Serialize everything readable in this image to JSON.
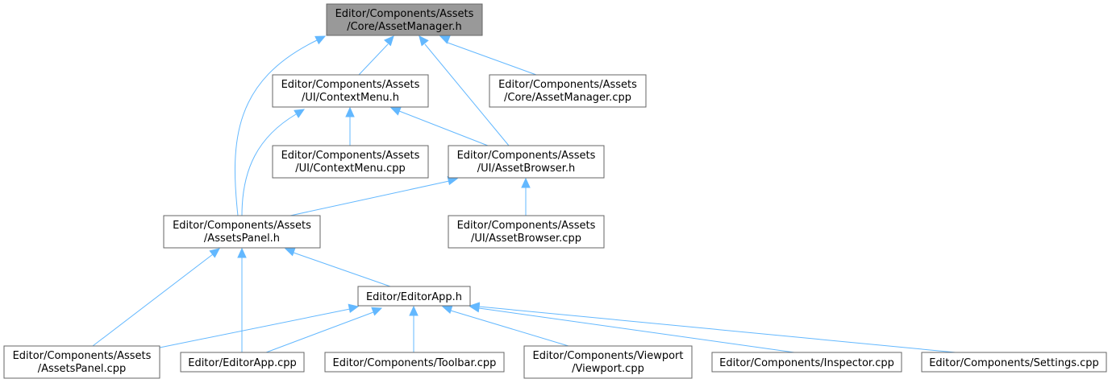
{
  "colors": {
    "edge": "#63b8ff",
    "node_border": "#666666",
    "root_fill": "#999999",
    "node_fill": "#ffffff"
  },
  "nodes": {
    "asset_manager_h": [
      "Editor/Components/Assets",
      "/Core/AssetManager.h"
    ],
    "context_menu_h": [
      "Editor/Components/Assets",
      "/UI/ContextMenu.h"
    ],
    "asset_manager_cpp": [
      "Editor/Components/Assets",
      "/Core/AssetManager.cpp"
    ],
    "context_menu_cpp": [
      "Editor/Components/Assets",
      "/UI/ContextMenu.cpp"
    ],
    "asset_browser_h": [
      "Editor/Components/Assets",
      "/UI/AssetBrowser.h"
    ],
    "assets_panel_h": [
      "Editor/Components/Assets",
      "/AssetsPanel.h"
    ],
    "asset_browser_cpp": [
      "Editor/Components/Assets",
      "/UI/AssetBrowser.cpp"
    ],
    "editor_app_h": [
      "Editor/EditorApp.h"
    ],
    "assets_panel_cpp": [
      "Editor/Components/Assets",
      "/AssetsPanel.cpp"
    ],
    "editor_app_cpp": [
      "Editor/EditorApp.cpp"
    ],
    "toolbar_cpp": [
      "Editor/Components/Toolbar.cpp"
    ],
    "viewport_cpp": [
      "Editor/Components/Viewport",
      "/Viewport.cpp"
    ],
    "inspector_cpp": [
      "Editor/Components/Inspector.cpp"
    ],
    "settings_cpp": [
      "Editor/Components/Settings.cpp"
    ]
  },
  "edges": [
    [
      "context_menu_h",
      "asset_manager_h"
    ],
    [
      "asset_manager_cpp",
      "asset_manager_h"
    ],
    [
      "asset_browser_h",
      "asset_manager_h"
    ],
    [
      "assets_panel_h",
      "asset_manager_h"
    ],
    [
      "context_menu_cpp",
      "context_menu_h"
    ],
    [
      "asset_browser_h",
      "context_menu_h"
    ],
    [
      "assets_panel_h",
      "context_menu_h"
    ],
    [
      "assets_panel_h",
      "asset_browser_h"
    ],
    [
      "asset_browser_cpp",
      "asset_browser_h"
    ],
    [
      "assets_panel_cpp",
      "assets_panel_h"
    ],
    [
      "editor_app_cpp",
      "assets_panel_h"
    ],
    [
      "editor_app_h",
      "assets_panel_h"
    ],
    [
      "assets_panel_cpp",
      "editor_app_h"
    ],
    [
      "editor_app_cpp",
      "editor_app_h"
    ],
    [
      "toolbar_cpp",
      "editor_app_h"
    ],
    [
      "viewport_cpp",
      "editor_app_h"
    ],
    [
      "inspector_cpp",
      "editor_app_h"
    ],
    [
      "settings_cpp",
      "editor_app_h"
    ]
  ]
}
